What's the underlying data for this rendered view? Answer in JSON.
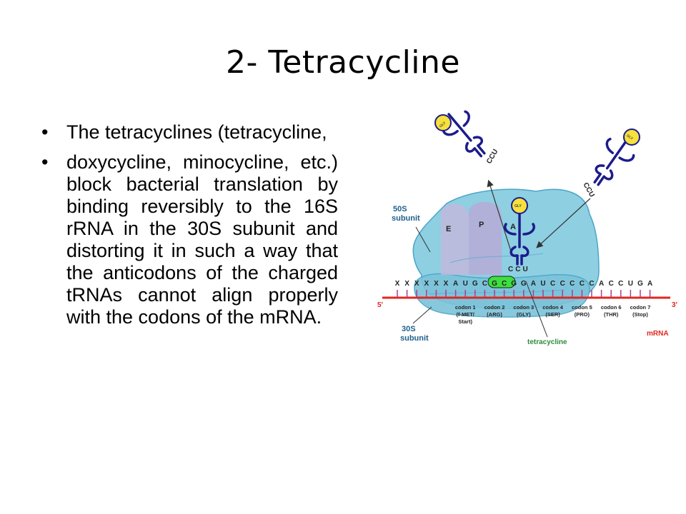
{
  "slide": {
    "title": "2- Tetracycline",
    "bullets": [
      {
        "text": "The tetracyclines (tetracycline,"
      },
      {
        "text": "doxycycline, minocycline, etc.) block bacterial translation by binding reversibly to the 16S rRNA in the 30S subunit and distorting it in such a way that the anticodons of the charged tRNAs cannot align properly with the codons of the mRNA."
      }
    ],
    "bullet_glyph": "•"
  },
  "diagram": {
    "labels": {
      "large_subunit": [
        "50S",
        "subunit"
      ],
      "small_subunit": [
        "30S",
        "subunit"
      ],
      "site_e": "E",
      "site_p": "P",
      "site_a": "A",
      "five_prime": "5'",
      "three_prime": "3'",
      "mrna": "mRNA",
      "tetracycline": "tetracycline"
    },
    "sequence": [
      "X",
      "X",
      "X",
      "X",
      "X",
      "X",
      "A",
      "U",
      "G",
      "C",
      "G",
      "C",
      "G",
      "G",
      "A",
      "U",
      "C",
      "C",
      "C",
      "C",
      "C",
      "A",
      "C",
      "C",
      "U",
      "G",
      "A"
    ],
    "codons": [
      {
        "lines": [
          "codon 1",
          "(f-MET/",
          "Start)"
        ]
      },
      {
        "lines": [
          "codon 2",
          "(ARG)"
        ]
      },
      {
        "lines": [
          "codon 3",
          "(GLY)"
        ]
      },
      {
        "lines": [
          "codon 4",
          "(SER)"
        ]
      },
      {
        "lines": [
          "codon 5",
          "(PRO)"
        ]
      },
      {
        "lines": [
          "codon 6",
          "(THR)"
        ]
      },
      {
        "lines": [
          "codon 7",
          "(Stop)"
        ]
      }
    ],
    "trnas": [
      {
        "amino_acid": "GLY",
        "anticodon": "CCU",
        "state": "departing"
      },
      {
        "amino_acid": "GLY",
        "anticodon": "CCU",
        "state": "incoming"
      },
      {
        "amino_acid": "GLY",
        "anticodon": "CCU",
        "state": "bound-a-site"
      }
    ],
    "colors": {
      "ribosome": "#8ecfe2",
      "ribosome_stroke": "#4aa6c8",
      "site_fill": "#c2b8dc",
      "trna": "#1c1c8c",
      "amino_acid": "#f6e13c",
      "mrna": "#e2261f",
      "codon_highlight": "#3de03d",
      "label_blue": "#1f5f8b",
      "label_green": "#2e8b3e"
    }
  }
}
